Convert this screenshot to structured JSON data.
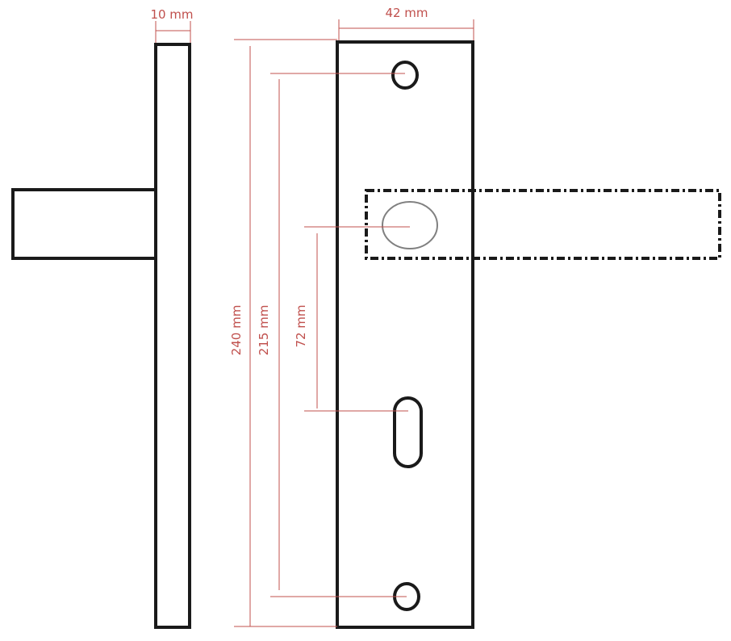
{
  "dimensions": {
    "thickness": "10 mm",
    "width": "42 mm",
    "total_height": "240 mm",
    "screw_spacing": "215 mm",
    "handle_to_keyhole": "72 mm"
  },
  "colors": {
    "outline": "#1a1a1a",
    "dimension": "#c0504d",
    "spindle": "#808080"
  }
}
